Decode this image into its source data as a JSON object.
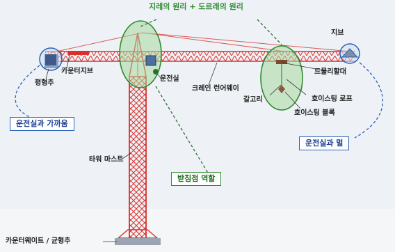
{
  "title": "지레의 원리 + 도르래의 원리",
  "labels": {
    "jib": "지브",
    "counter_jib": "카운터지브",
    "counterweight_top": "평형추",
    "cab": "운전실",
    "trolley": "드물리할대",
    "runway": "크레인 런어웨이",
    "hoist_rope": "호이스팅 로프",
    "hook": "갈고리",
    "hoist_block": "호이스팅 블록",
    "tower_mast": "타워 마스트",
    "base_weight": "카운터웨이트 / 균형추"
  },
  "boxes": {
    "near_cab": "운전실과 가까움",
    "far_cab": "운전실과 멀",
    "fulcrum": "받침점 역할"
  },
  "colors": {
    "crane": "#d9322e",
    "ellipse_fill": "#a7d8a0",
    "ellipse_stroke": "#2f8a2f",
    "dashed_blue": "#2b5fb8",
    "dashed_green": "#2f6e2f",
    "sky": "#eef2f6"
  },
  "icons": [
    "counterweight-icon",
    "cab-icon",
    "trolley-icon",
    "hook-icon",
    "jib-tip-icon"
  ]
}
